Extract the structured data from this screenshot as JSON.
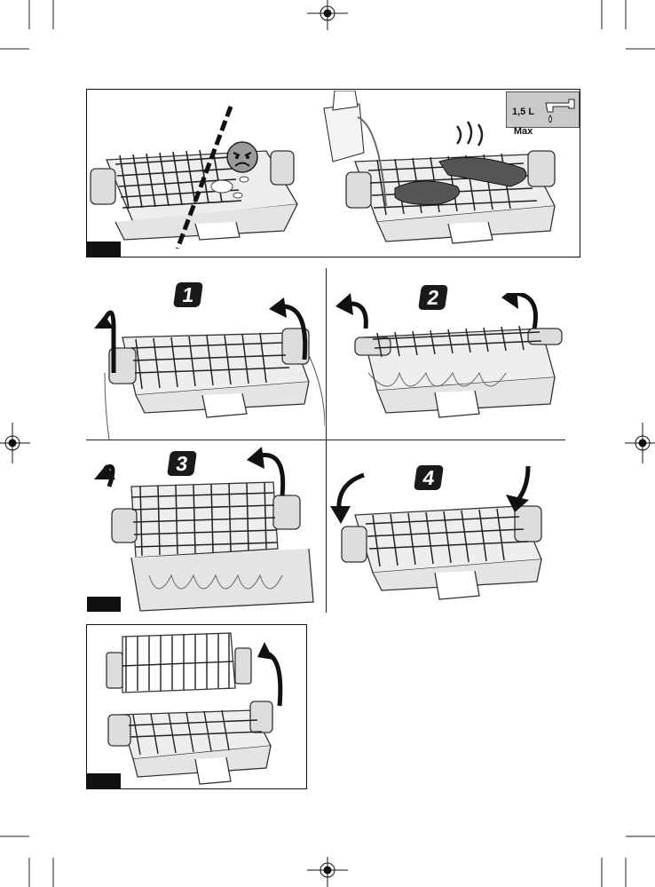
{
  "top_panel": {
    "water_label_line1": "1,5 L",
    "water_label_line2": "Max"
  },
  "steps": [
    {
      "label": "1"
    },
    {
      "label": "2"
    },
    {
      "label": "3"
    },
    {
      "label": "4"
    }
  ],
  "icons": {
    "water": "faucet-water-icon",
    "forbidden": "angry-face-icon",
    "registration": "registration-mark-icon"
  },
  "colors": {
    "ink": "#1a1a1a",
    "box_fill": "#c9c9c9"
  }
}
